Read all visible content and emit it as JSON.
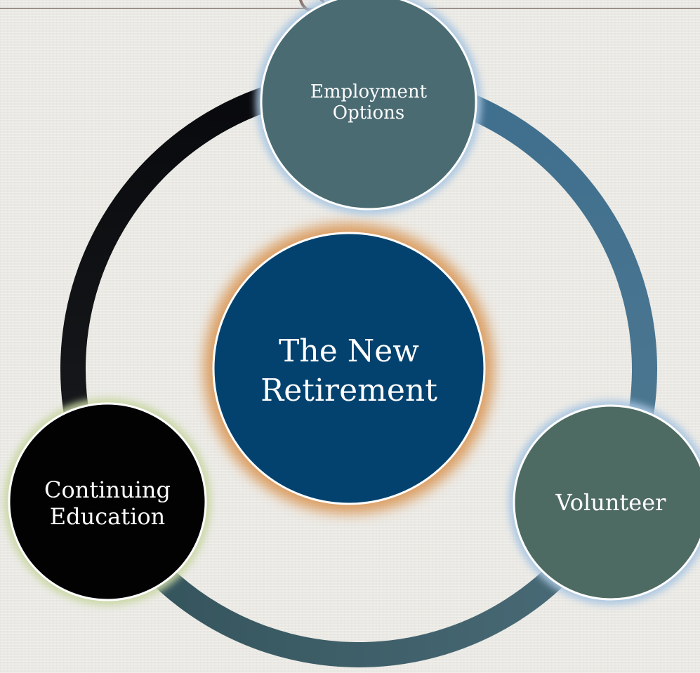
{
  "diagram": {
    "center": {
      "line1": "The New",
      "line2": "Retirement",
      "fill": "#03426e",
      "glow": "#d9924d"
    },
    "nodes": [
      {
        "id": "employment-options",
        "line1": "Employment",
        "line2": "Options",
        "fill": "#4a6b72",
        "glow": "#a9c6e2"
      },
      {
        "id": "volunteer",
        "line1": "Volunteer",
        "line2": "",
        "fill": "#4e6b63",
        "glow": "#a9c6e2"
      },
      {
        "id": "continuing-education",
        "line1": "Continuing",
        "line2": "Education",
        "fill": "#020202",
        "glow": "#c9d7a4"
      }
    ],
    "ring_colors": {
      "dark": "#0a0c10",
      "blue": "#437594",
      "teal": "#3f5d63"
    }
  }
}
